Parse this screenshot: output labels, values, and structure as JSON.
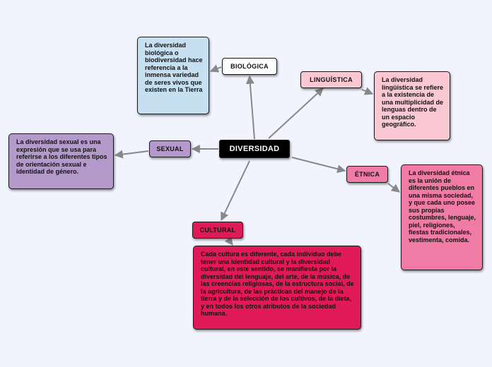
{
  "center": {
    "label": "DIVERSIDAD"
  },
  "branches": {
    "biologica": {
      "label": "BIOLÓGICA",
      "description": "La diversidad biológica o biodiversidad hace referencia a la inmensa variedad de seres vivos que existen en la Tierra"
    },
    "linguistica": {
      "label": "LINGUÍSTICA",
      "description": "La diversidad lingüística se refiere a la existencia de una multiplicidad de lenguas dentro de un espacio geográfico."
    },
    "sexual": {
      "label": "SEXUAL",
      "description": "La diversidad sexual es una expresión que se usa para referirse a los diferentes tipos de orientación sexual e identidad de género."
    },
    "etnica": {
      "label": "ÉTNICA",
      "description": "La diversidad étnica es la unión de diferentes pueblos en una misma sociedad, y que cada uno posee sus propias costumbres, lenguaje, piel, religiones, fiestas tradicionales, vestimenta, comida."
    },
    "cultural": {
      "label": "CULTURAL",
      "description": "Cada cultura es diferente, cada individuo debe tener una identidad cultural y la diversidad cultural, en este sentido, se manifiesta por la diversidad del lenguaje, del arte, de la música, de las creencias religiosas, de la estructura social, de la agricultura, de las prácticas del manejo de la tierra y de la selección de los cultivos, de la dieta, y en todos los otros atributos de la sociedad humana."
    }
  },
  "colors": {
    "background": "#f1f3fd",
    "center": "#000000",
    "biologica_topic": "#ffffff",
    "biologica_note": "#c7e0f1",
    "linguistica": "#f9c8d3",
    "sexual": "#b49acb",
    "etnica": "#f07ba5",
    "cultural": "#e01a58",
    "connector": "#888888"
  }
}
